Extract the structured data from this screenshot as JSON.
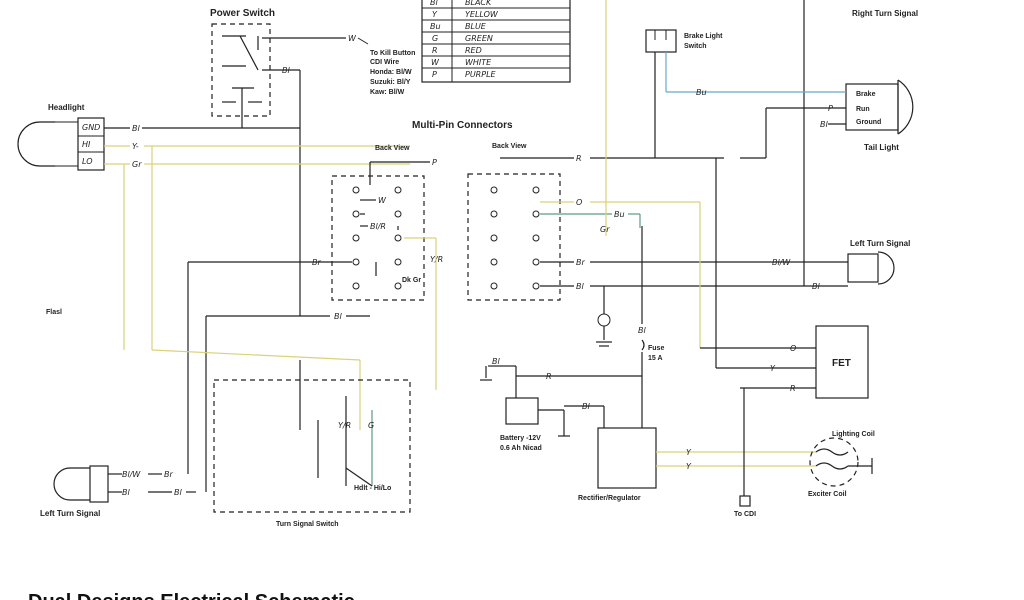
{
  "labels": {
    "power_switch": "Power Switch",
    "to_kill": "To Kill Button",
    "cdi_wire": "CDI Wire",
    "honda": "Honda: Bl/W",
    "suzuki": "Suzuki: Bl/Y",
    "kaw": "Kaw: Bl/W",
    "headlight": "Headlight",
    "gnd": "GND",
    "hi": "HI",
    "lo": "LO",
    "multi_pin": "Multi-Pin Connectors",
    "back_view_1": "Back View",
    "back_view_2": "Back View",
    "brake_light_switch_1": "Brake Light",
    "brake_light_switch_2": "Switch",
    "right_turn_signal": "Right Turn Signal",
    "brake": "Brake",
    "run": "Run",
    "ground": "Ground",
    "tail_light": "Tail Light",
    "left_turn_signal_right": "Left Turn Signal",
    "left_turn_signal_left": "Left Turn Signal",
    "flasher": "Flasl",
    "fuse_1": "Fuse",
    "fuse_2": "15 A",
    "fet": "FET",
    "battery_1": "Battery -12V",
    "battery_2": "0.6 Ah Nicad",
    "rectifier": "Rectifier/Regulator",
    "lighting_coil": "Lighting Coil",
    "exciter_coil": "Exciter Coil",
    "to_cdi": "To CDI",
    "turn_signal_switch": "Turn Signal Switch",
    "hdlt": "Hdlt - Hi/Lo",
    "dk_gr": "Dk Gr",
    "cut_title": "Dual Designs Electrical Schematic"
  },
  "color_codes": [
    {
      "code": "Bl",
      "color": "BLACK"
    },
    {
      "code": "Y",
      "color": "YELLOW"
    },
    {
      "code": "Bu",
      "color": "BLUE"
    },
    {
      "code": "G",
      "color": "GREEN"
    },
    {
      "code": "R",
      "color": "RED"
    },
    {
      "code": "W",
      "color": "WHITE"
    },
    {
      "code": "P",
      "color": "PURPLE"
    }
  ],
  "wire_tags": {
    "w": "W",
    "bl": "Bl",
    "y": "Y",
    "y_dash": "Y-",
    "gr": "Gr",
    "r": "R",
    "p": "P",
    "g": "G",
    "bu": "Bu",
    "o": "O",
    "br": "Br",
    "blw": "Bl/W",
    "yr": "Y/R",
    "blr": "Bl/R",
    "blw2": "Bl/W",
    "blt": "Bl",
    "dgr": "Gr"
  },
  "colors": {
    "line": "#222222",
    "yellow_wire": "#d9d27a",
    "green_wire": "#5d9a86",
    "blue_wire": "#6aa6c8"
  }
}
